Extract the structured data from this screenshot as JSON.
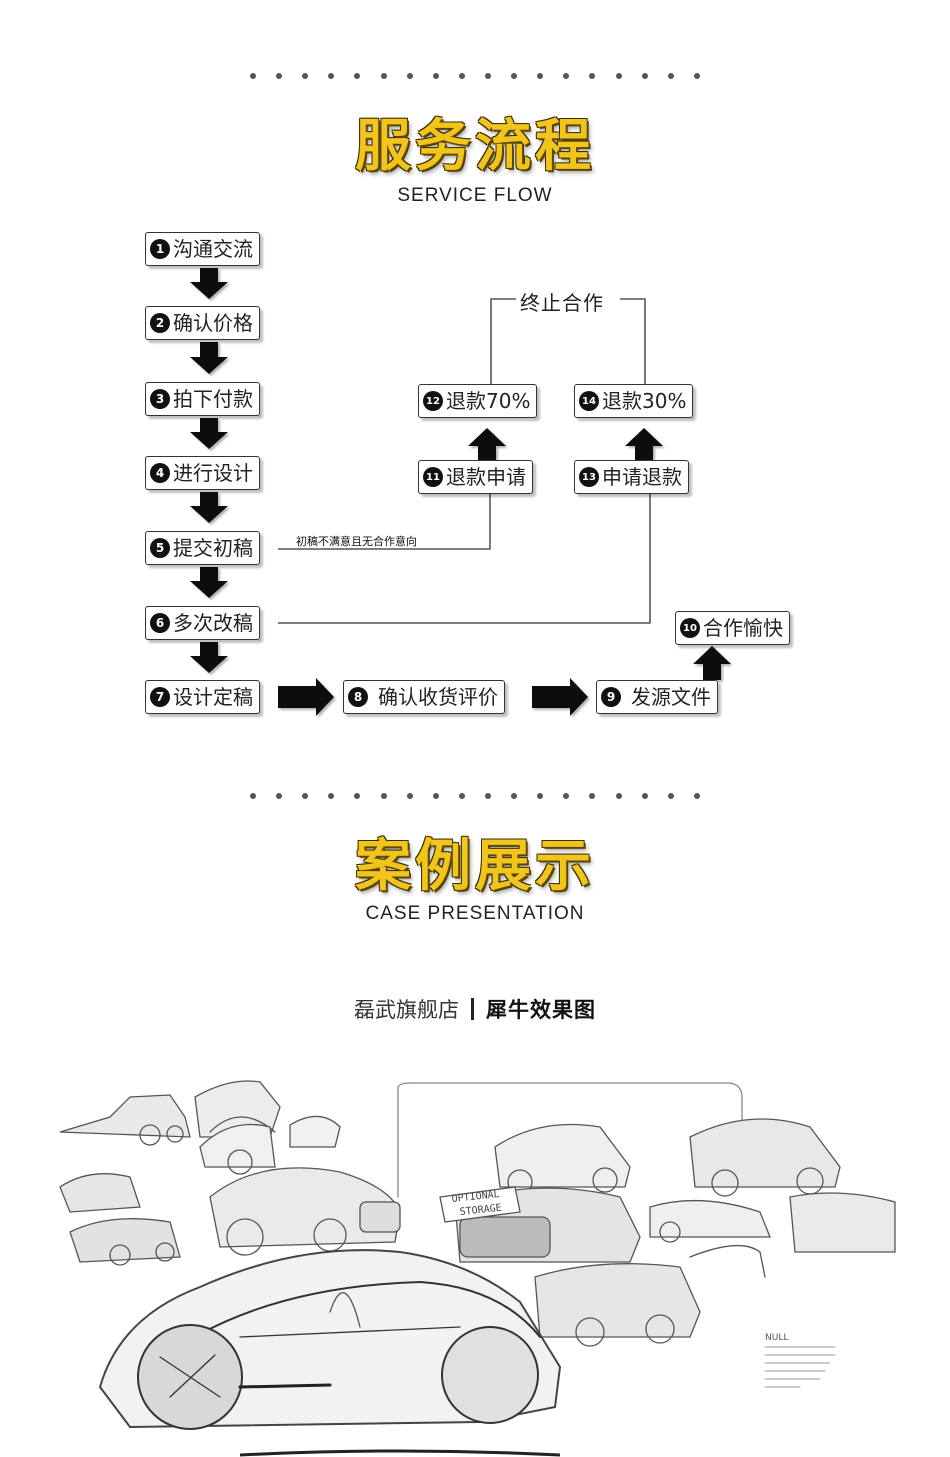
{
  "service": {
    "title": "服务流程",
    "subtitle": "SERVICE FLOW",
    "steps": [
      {
        "num": "1",
        "label": "沟通交流"
      },
      {
        "num": "2",
        "label": "确认价格"
      },
      {
        "num": "3",
        "label": "拍下付款"
      },
      {
        "num": "4",
        "label": "进行设计"
      },
      {
        "num": "5",
        "label": "提交初稿"
      },
      {
        "num": "6",
        "label": "多次改稿"
      },
      {
        "num": "7",
        "label": "设计定稿"
      },
      {
        "num": "8",
        "label": "确认收货评价"
      },
      {
        "num": "9",
        "label": "发源文件"
      },
      {
        "num": "10",
        "label": "合作愉快"
      },
      {
        "num": "11",
        "label": "退款申请"
      },
      {
        "num": "12",
        "label": "退款70%"
      },
      {
        "num": "13",
        "label": "申请退款"
      },
      {
        "num": "14",
        "label": "退款30%"
      }
    ],
    "branch_note": "初稿不满意且无合作意向",
    "stop_label": "终止合作"
  },
  "cases": {
    "title": "案例展示",
    "subtitle": "CASE PRESENTATION",
    "brand_name": "磊武旗舰店",
    "brand_tag": "犀牛效果图",
    "sketch_text_optional": "OPTIONAL",
    "sketch_text_storage": "STORAGE",
    "sketch_badge": "NULL"
  },
  "colors": {
    "title_gold": "#f2c51c",
    "arrow": "#111111",
    "box_border": "#333333"
  }
}
